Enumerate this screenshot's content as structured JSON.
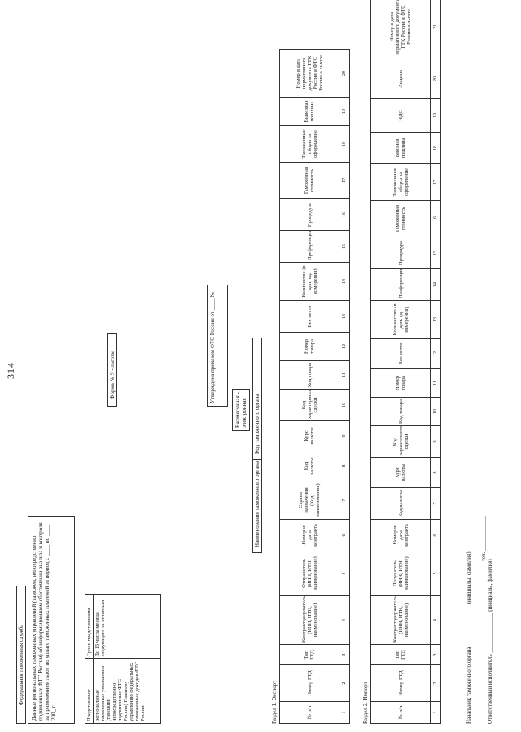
{
  "page_number": "314",
  "agency": "Федеральная таможенная служба",
  "data_text": "Данные региональных таможенных управлений (таможен, непосредственно подчиненных ФТС России) об информационном обеспечении анализа и контроля за применением льгот по уплате таможенных платежей за период с ____ по ____ 200_ г.",
  "submit_table": {
    "h1": "Представляют",
    "h2": "Сроки представления",
    "c1": "региональные таможенные управления (таможни, непосредственно подчиненные ФТС России) Главному управлению федеральных таможенных доходов ФТС России",
    "c2": "До 15 числа месяца, следующего за отчетным"
  },
  "form_label": "Форма № 9 - льготы",
  "approved_text": "Утверждена приказом ФТС России   от ____ № ____",
  "periodicity_text": "Ежемесячная - электронная",
  "org_name_label": "Наименование таможенного органа",
  "org_code_label": "Код таможенного органа",
  "section1": {
    "title": "Раздел 1. Экспорт",
    "headers": [
      "№ п/п",
      "Номер ГТД",
      "Тип ГТД",
      "Контрактодержатель (ИНН, ИТН, наименование)",
      "Отправитель (ИНН, ИТН, наименование)",
      "Номер и дата контракта",
      "Страна назначения (Код, наименование)",
      "Код валюты",
      "Курс валюты",
      "Код характеристики сделки",
      "Код товара",
      "Номер товара",
      "Вес нетто",
      "Количество (в доп. ед. измерения)",
      "Преференции",
      "Процедура",
      "Таможенная стоимость",
      "Таможенные сборы за оформление",
      "Вывозная пошлина",
      "Номер и дата нормативного документа ГТК России и ФТС России о льготе"
    ],
    "nums": [
      "1",
      "2",
      "3",
      "4",
      "5",
      "6",
      "7",
      "8",
      "9",
      "10",
      "11",
      "12",
      "13",
      "14",
      "15",
      "16",
      "17",
      "18",
      "19",
      "20"
    ]
  },
  "section2": {
    "title": "Раздел 2. Импорт",
    "headers": [
      "№ п/п",
      "Номер ГТД",
      "Тип ГТД",
      "Контрактодержатель (ИНН, ИТН, наименование)",
      "Получатель (ИНН, ИТН, наименование)",
      "Номер и дата контракта",
      "Код валюты",
      "Курс валюты",
      "Код характеристики сделки",
      "Код товара",
      "Номер товара",
      "Вес нетто",
      "Количество (в доп. ед. измерения)",
      "Преференции",
      "Процедура",
      "Таможенная стоимость",
      "Таможенные сборы за оформление",
      "Ввозная пошлина",
      "НДС",
      "Акцизы",
      "Номер и дата нормативного документа ГТК России и ФТС России о льготе"
    ],
    "nums": [
      "1",
      "2",
      "3",
      "4",
      "5",
      "6",
      "7",
      "8",
      "9",
      "10",
      "11",
      "12",
      "13",
      "14",
      "15",
      "16",
      "17",
      "18",
      "19",
      "20",
      "21"
    ]
  },
  "head_line": "Начальник таможенного органа ______________ (инициалы, фамилия)",
  "tel": "тел. ____________",
  "executor_line": "Ответственный исполнитель ______________ (инициалы, фамилия)"
}
